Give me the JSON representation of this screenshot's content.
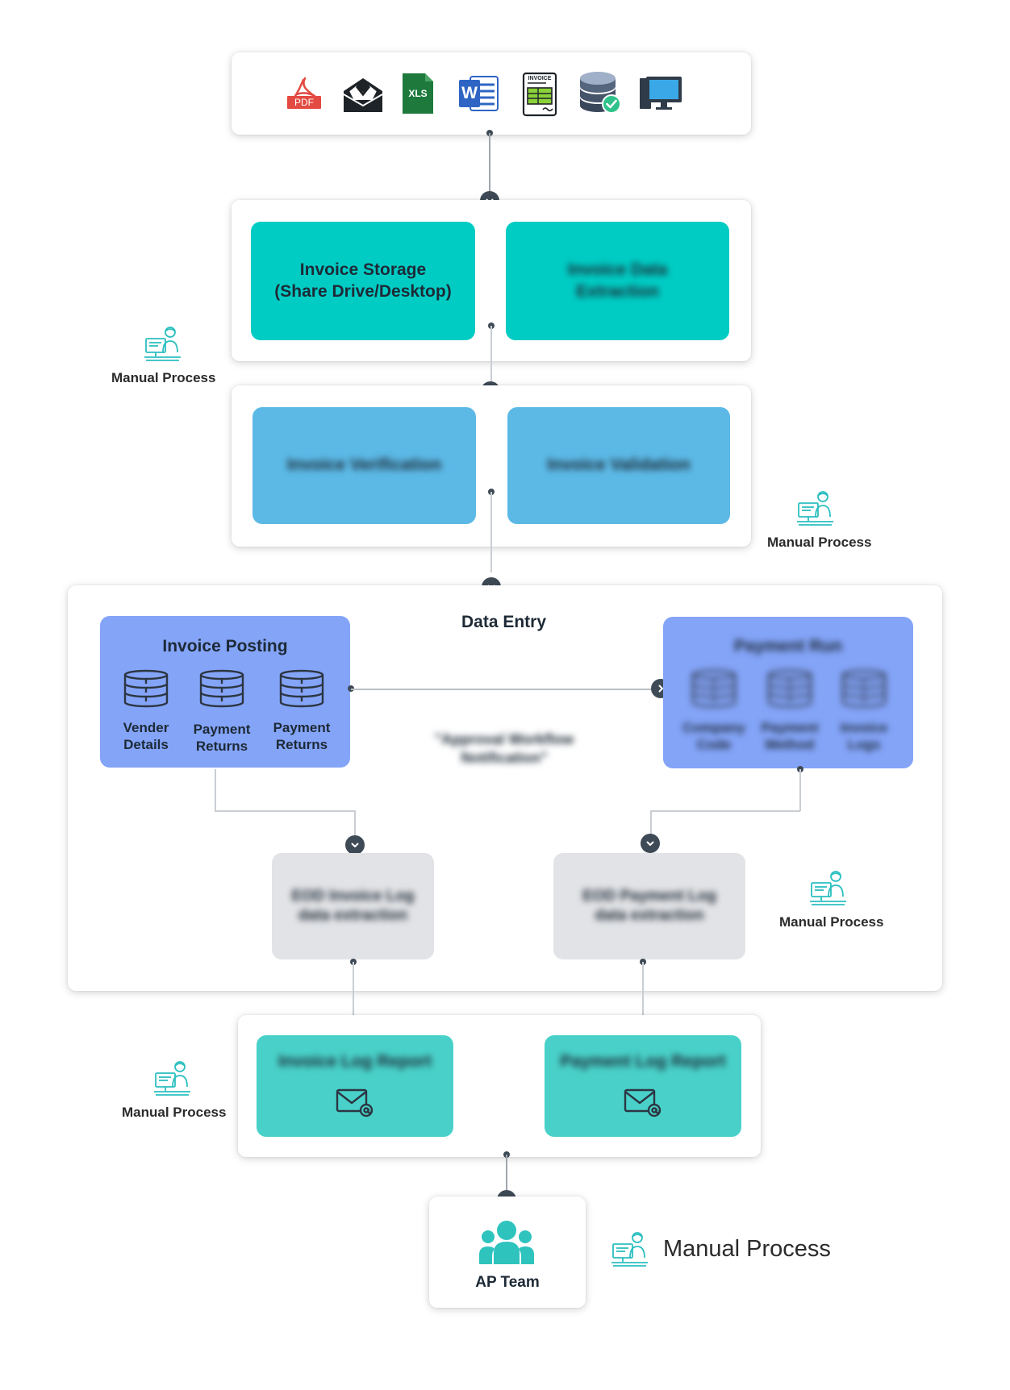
{
  "sources": {
    "icons": [
      "pdf-icon",
      "email-icon",
      "xls-icon",
      "word-icon",
      "invoice-document-icon",
      "database-check-icon",
      "desktop-computer-icon"
    ],
    "pdf_label": "PDF",
    "xls_label": "XLS",
    "word_letter": "W",
    "invoice_label": "INVOICE"
  },
  "stage1": {
    "storage": "Invoice Storage\n(Share Drive/Desktop)",
    "extraction": "Invoice Data\nExtraction"
  },
  "stage2": {
    "verification": "Invoice Verification",
    "validation": "Invoice Validation"
  },
  "data_entry": {
    "title": "Data Entry",
    "posting": {
      "title": "Invoice Posting",
      "items": [
        "Vender\nDetails",
        "Payment\nReturns",
        "Payment\nReturns"
      ]
    },
    "payment_run": {
      "title": "Payment Run",
      "items": [
        "Company\nCode",
        "Payment\nMethod",
        "Invoice\nLogs"
      ]
    },
    "approval_note": "\"Approval Workflow\nNotification\"",
    "invoice_log": "EOD Invoice Log\ndata extraction",
    "payment_log": "EOD Payment Log\ndata extraction"
  },
  "reports": {
    "invoice_report": "Invoice Log Report",
    "payment_report": "Payment Log Report"
  },
  "ap_team": {
    "label": "AP Team"
  },
  "manual_process": {
    "label_1": "Manual Process",
    "label_2": "Manual Process",
    "label_3": "Manual Process",
    "label_4": "Manual Process",
    "label_5": "Manual Process"
  },
  "colors": {
    "teal": "#00ccc4",
    "sky": "#5cb9e6",
    "lavender": "#84a4f8",
    "grey": "#e2e3e6",
    "mint": "#49d1c9",
    "connector": "#3e4a56",
    "manual_icon": "#2bbfc0"
  }
}
